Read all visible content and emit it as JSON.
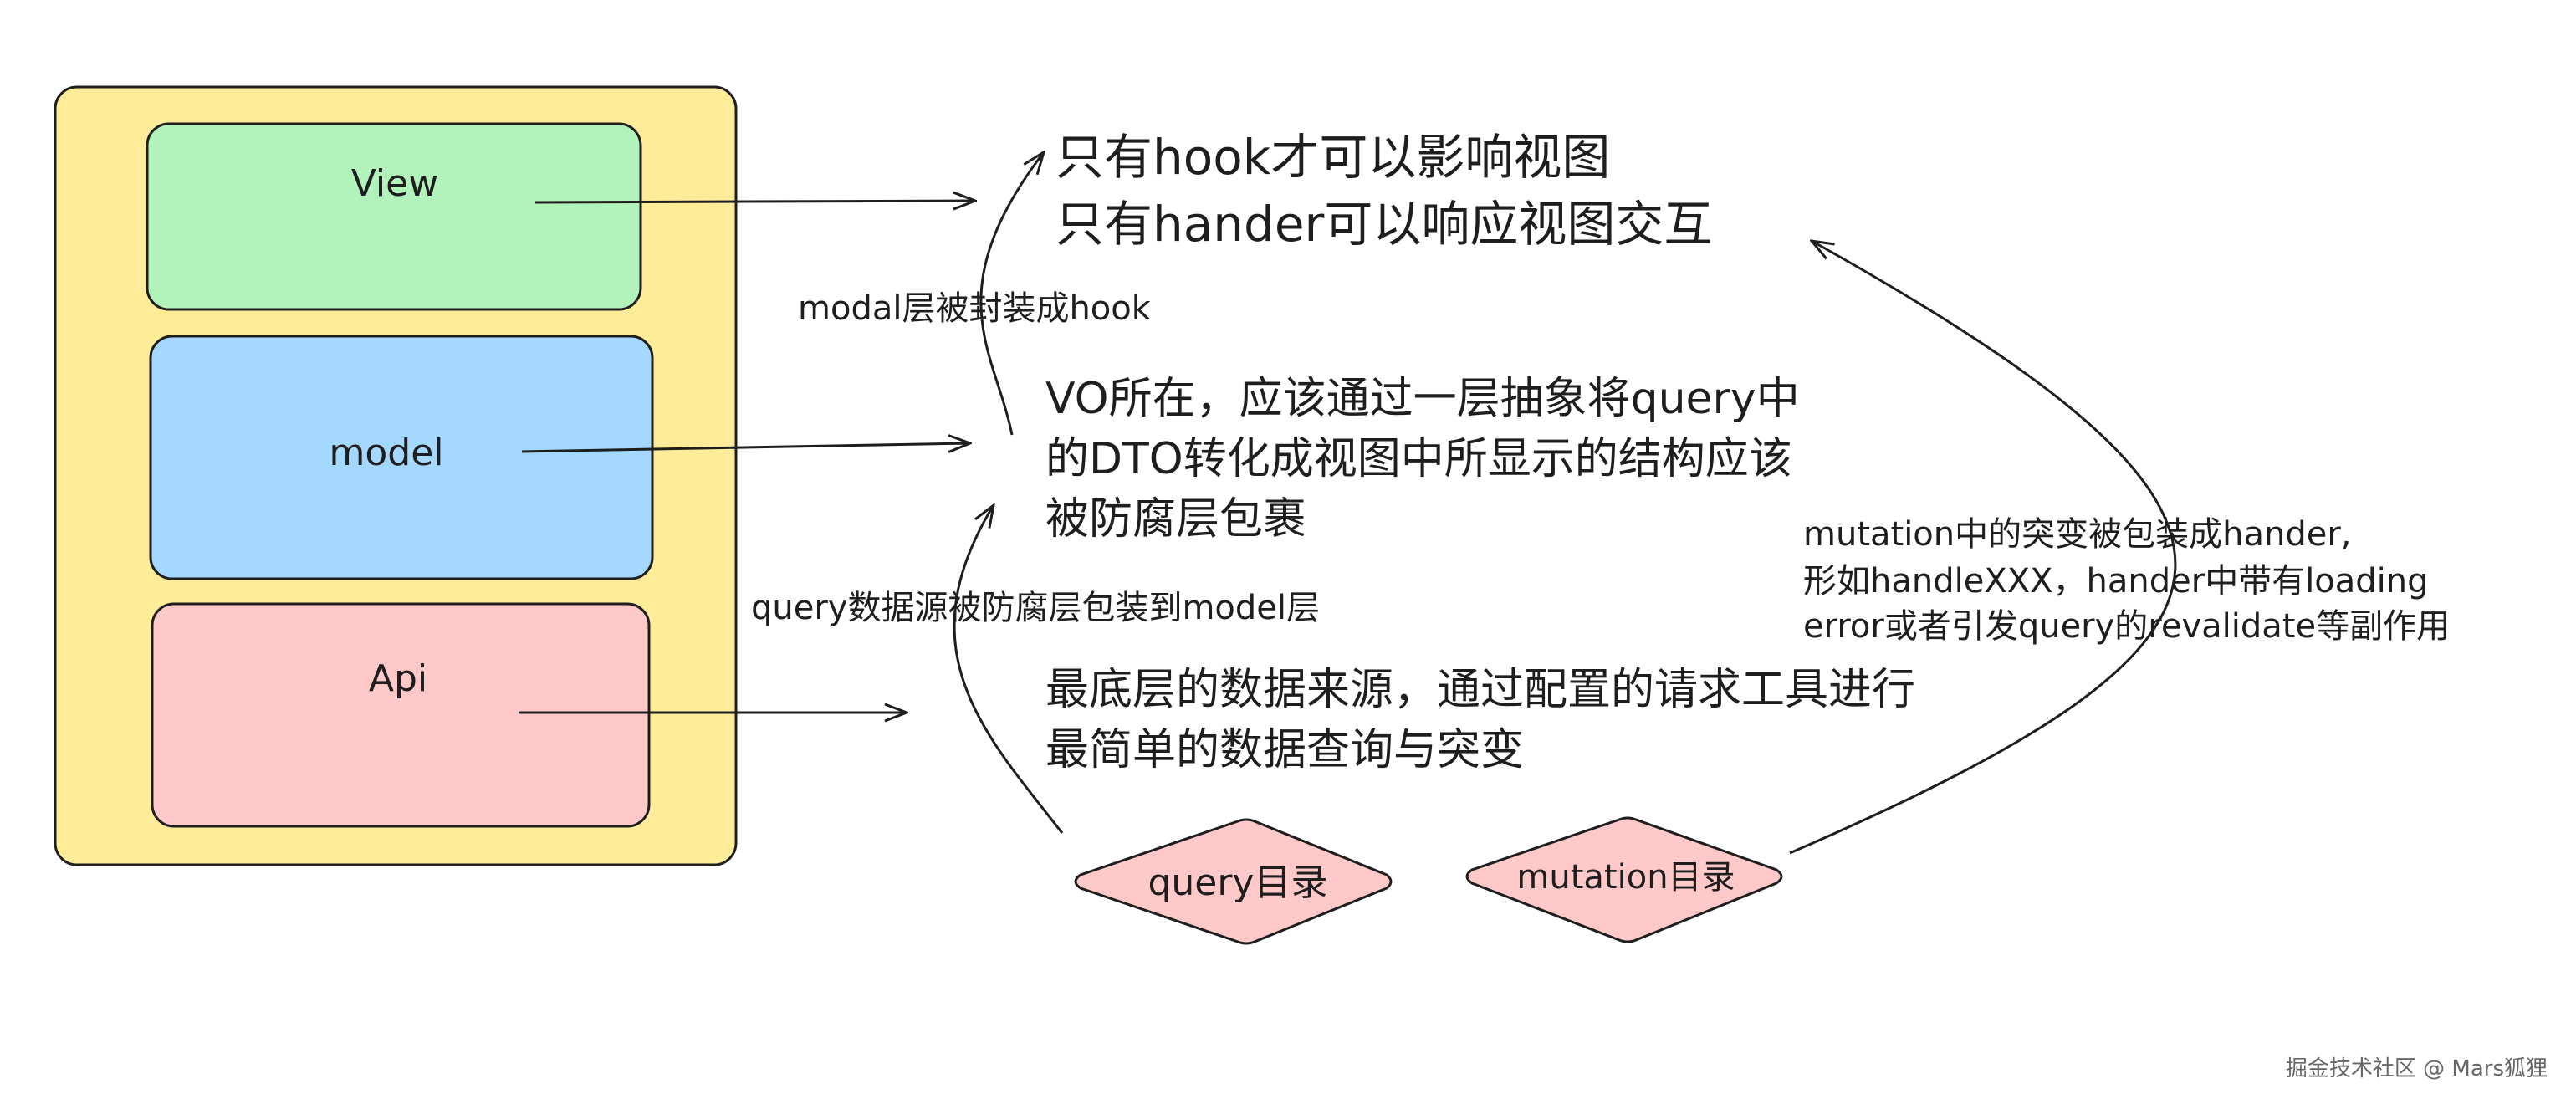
{
  "layers": {
    "view": "View",
    "model": "model",
    "api": "Api"
  },
  "notes": {
    "view": [
      "只有hook才可以影响视图",
      "只有hander可以响应视图交互"
    ],
    "model": [
      "VO所在，应该通过一层抽象将query中",
      "的DTO转化成视图中所显示的结构应该",
      "被防腐层包裹"
    ],
    "api": [
      "最底层的数据来源，通过配置的请求工具进行",
      "最简单的数据查询与突变"
    ],
    "mutation": [
      "mutation中的突变被包装成hander,",
      "形如handleXXX，hander中带有loading",
      "error或者引发query的revalidate等副作用"
    ]
  },
  "edge_labels": {
    "modal_hook": "modal层被封装成hook",
    "query_model": "query数据源被防腐层包装到model层"
  },
  "diamonds": {
    "query": "query目录",
    "mutation": "mutation目录"
  },
  "watermark": "掘金技术社区 @ Mars狐狸",
  "colors": {
    "container": "#ffec99",
    "view": "#b2f2bb",
    "model": "#a5d8ff",
    "api": "#ffc9c9",
    "diamond": "#ffc9c9",
    "stroke": "#1e1e1e"
  }
}
